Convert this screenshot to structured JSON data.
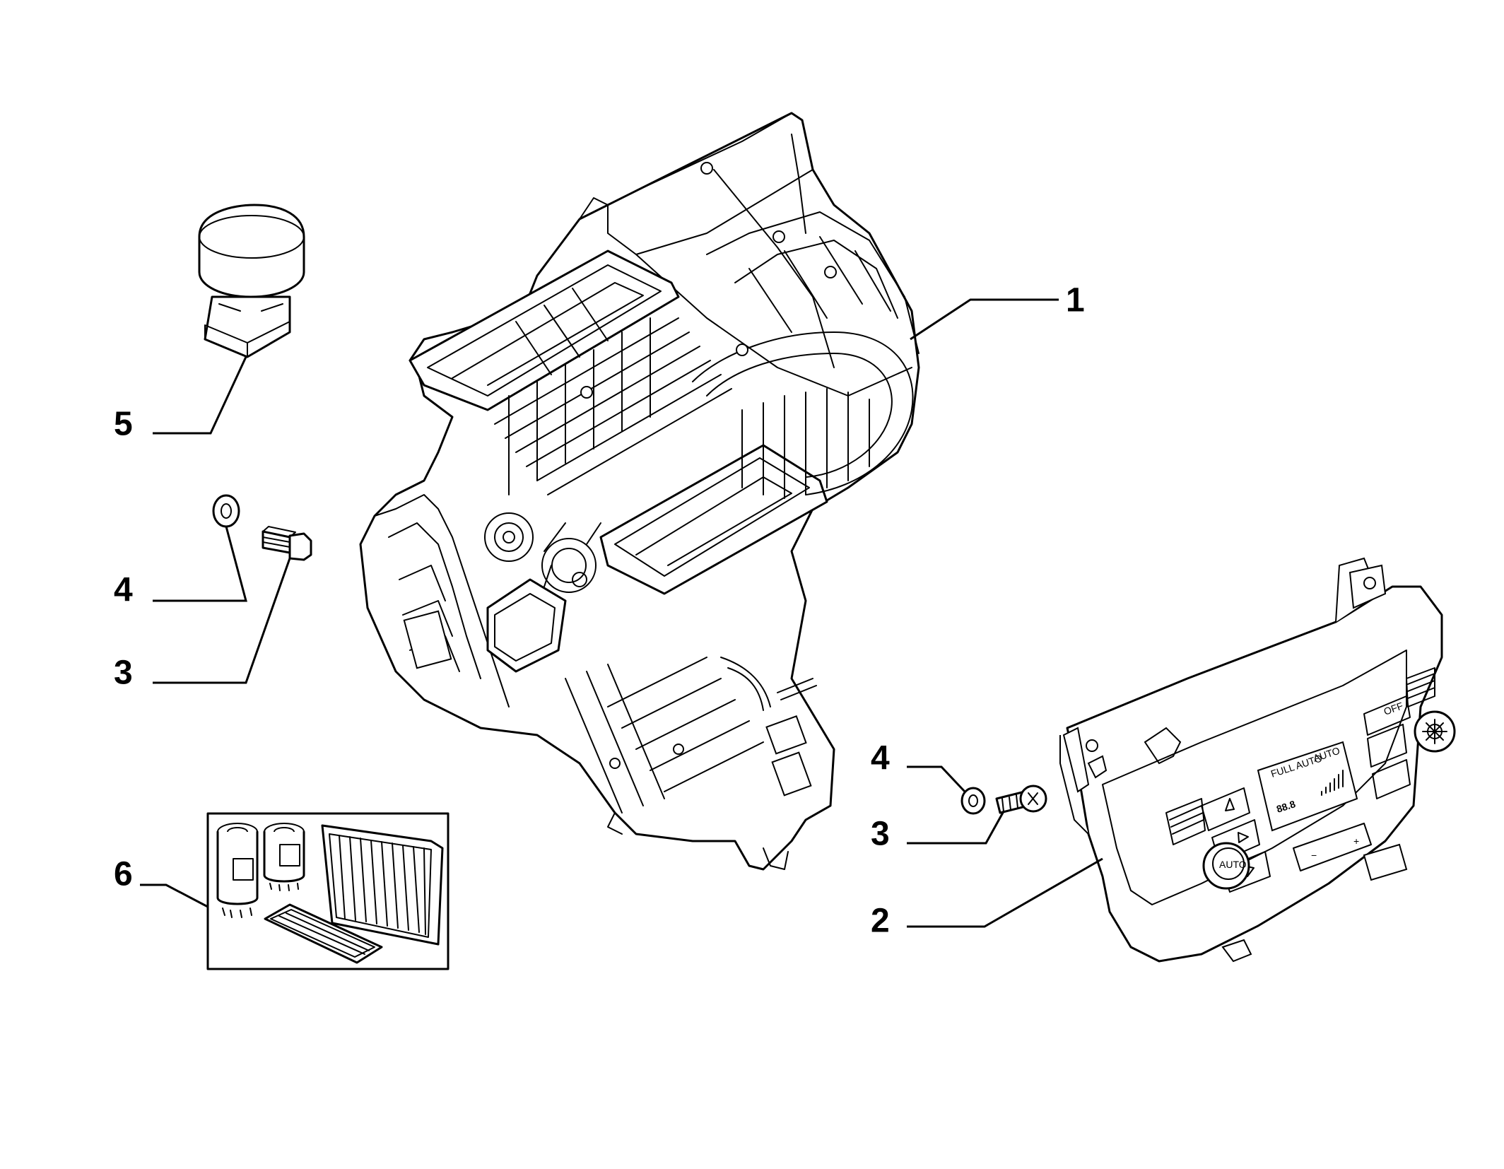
{
  "callouts": [
    {
      "id": "1",
      "label": "1"
    },
    {
      "id": "2",
      "label": "2"
    },
    {
      "id": "3a",
      "label": "3"
    },
    {
      "id": "4a",
      "label": "4"
    },
    {
      "id": "3b",
      "label": "3"
    },
    {
      "id": "4b",
      "label": "4"
    },
    {
      "id": "5",
      "label": "5"
    },
    {
      "id": "6",
      "label": "6"
    }
  ],
  "control_panel": {
    "display_mode": "FULL AUTO",
    "display_auto": "AUTO",
    "display_temp": "88.8",
    "knob_label": "AUTO",
    "off_label": "OFF"
  }
}
